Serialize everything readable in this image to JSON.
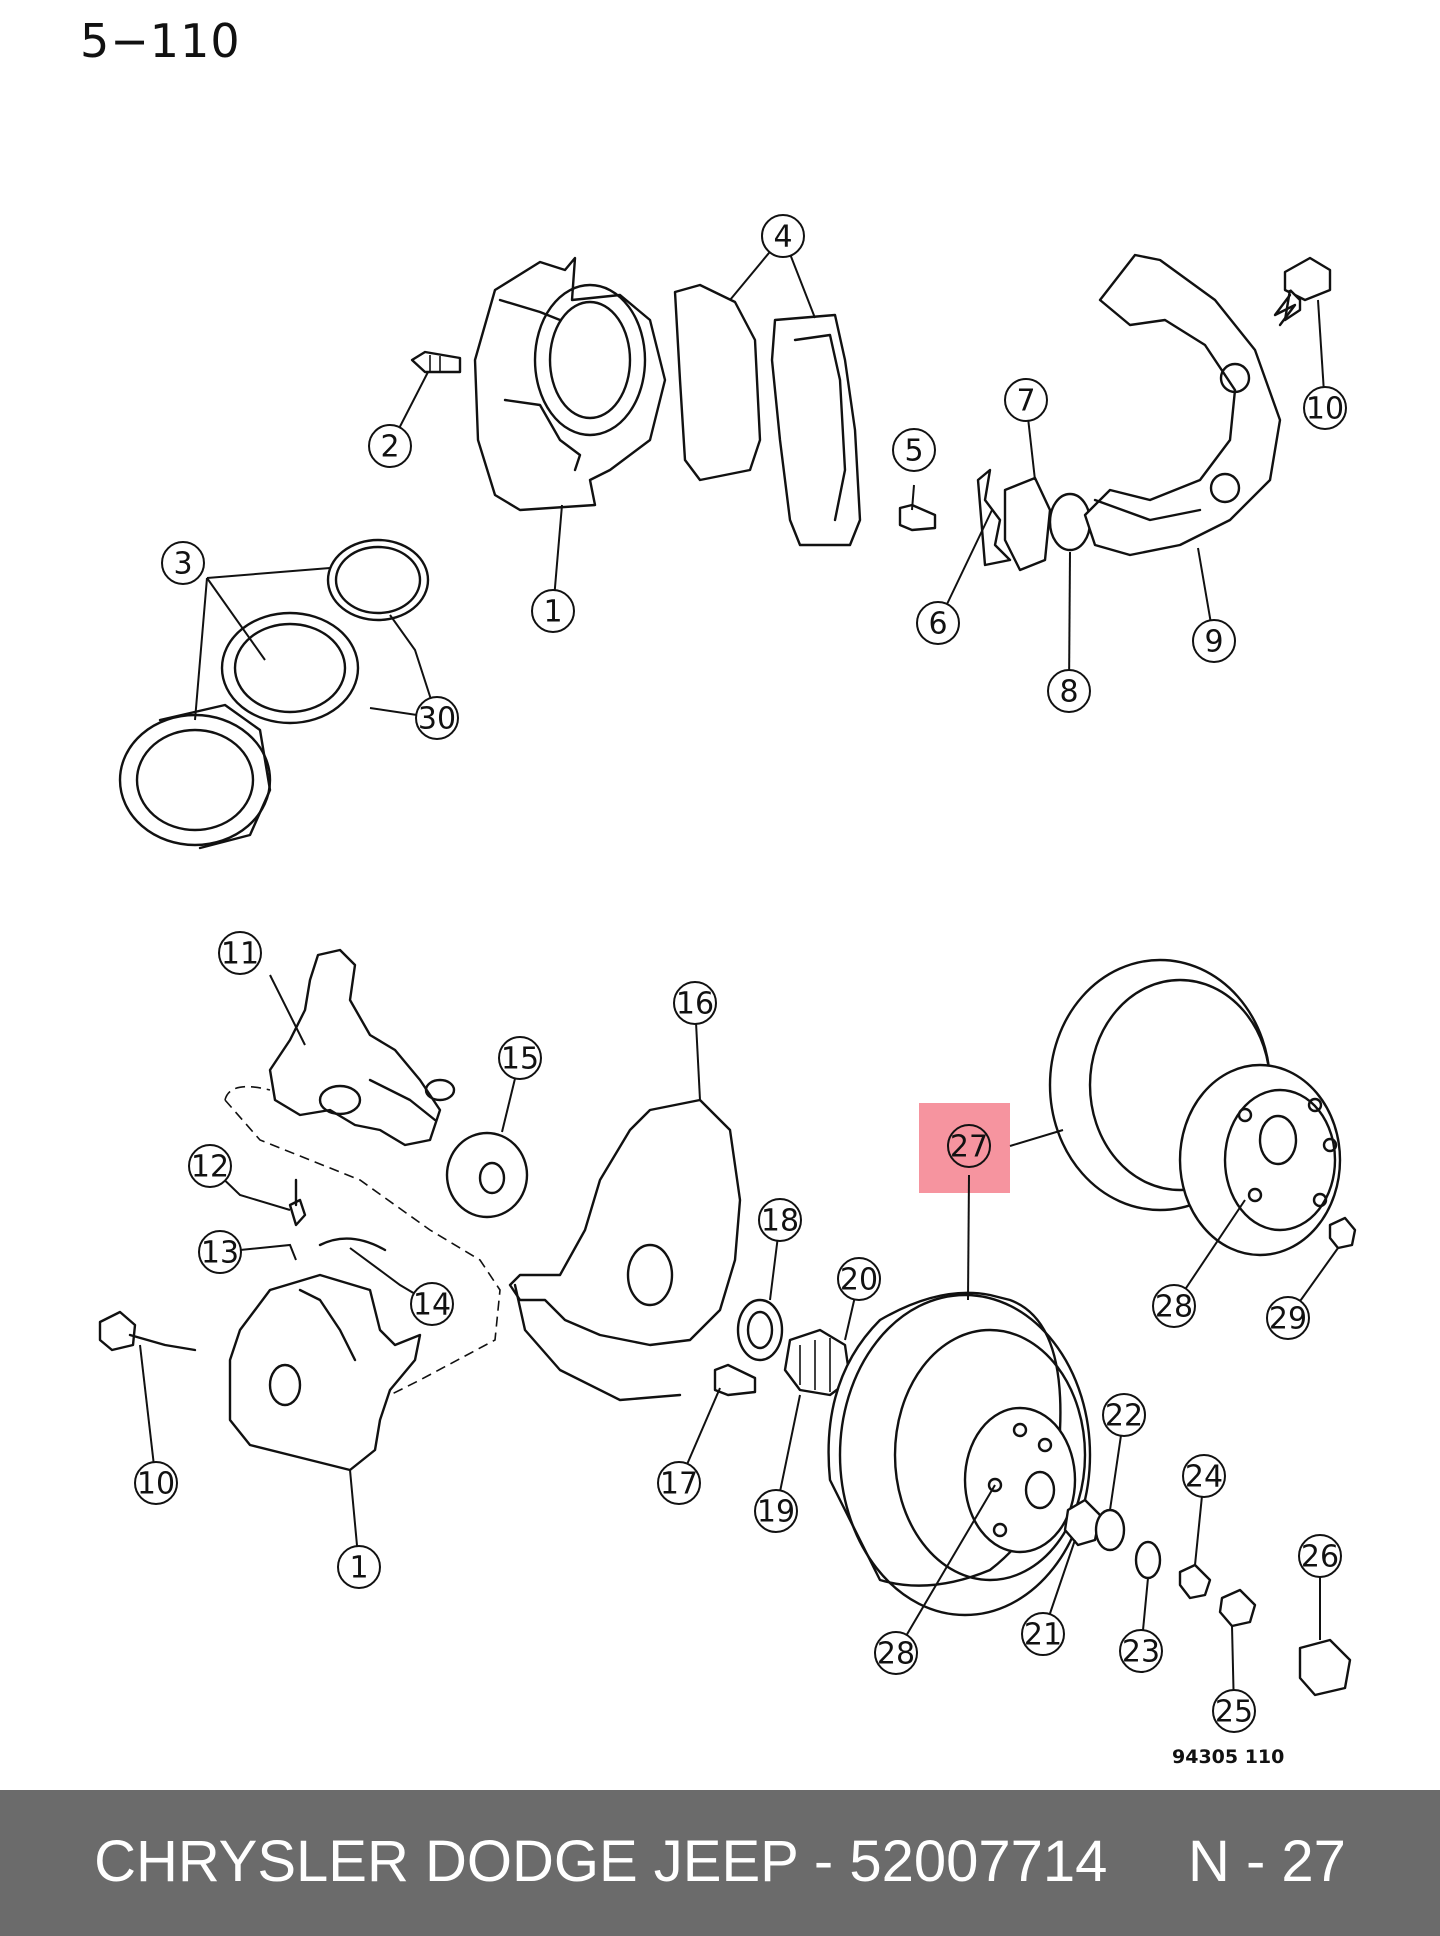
{
  "page_ref": "5−110",
  "drawing_code": "94305  110",
  "footer": {
    "brand_part": "CHRYSLER DODGE JEEP - 52007714",
    "ref": "N - 27"
  },
  "highlight_color": "#f26b7a",
  "footer_bg": "#6b6b6b",
  "callouts": [
    "1",
    "2",
    "3",
    "4",
    "5",
    "6",
    "7",
    "8",
    "9",
    "10",
    "30",
    "11",
    "12",
    "13",
    "14",
    "15",
    "16",
    "17",
    "18",
    "19",
    "20",
    "27",
    "28",
    "29",
    "22",
    "24",
    "26",
    "21",
    "23",
    "25",
    "10",
    "1",
    "28"
  ],
  "highlighted_callout": "27"
}
